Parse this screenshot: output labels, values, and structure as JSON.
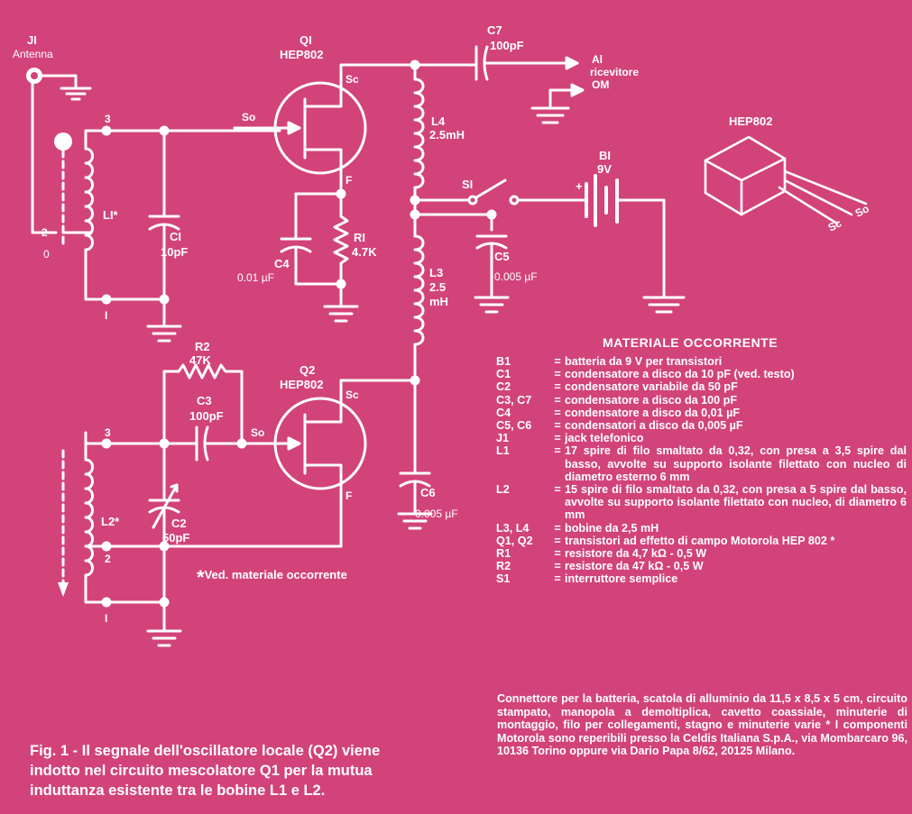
{
  "schematic": {
    "j1": "JI",
    "j1_name": "Antenna",
    "q1": "QI",
    "q1_type": "HEP802",
    "q2": "Q2",
    "q2_type": "HEP802",
    "so": "So",
    "sc": "Sc",
    "f": "F",
    "c7": "C7",
    "c7_val": "100pF",
    "out1": "Al",
    "out2": "ricevitore",
    "out3": "OM",
    "l4": "L4",
    "l4_val": "2.5mH",
    "s1": "SI",
    "b1": "BI",
    "b1_val": "9V",
    "plus": "+",
    "l3": "L3",
    "l3_val1": "2.5",
    "l3_val2": "mH",
    "c5": "C5",
    "c5_val": "0.005 µF",
    "c4": "C4",
    "c4_val": "0.01 µF",
    "r1": "RI",
    "r1_val": "4.7K",
    "c1": "CI",
    "c1_val": "10pF",
    "l1": "LI*",
    "pin3": "3",
    "pin2": "2",
    "pin1": "I",
    "pin0": "0",
    "r2": "R2",
    "r2_val": "47K",
    "c3": "C3",
    "c3_val": "100pF",
    "c2": "C2",
    "c2_val": "50pF",
    "l2": "L2*",
    "c6": "C6",
    "c6_val": "0.005 µF",
    "pkg_label": "HEP802",
    "pkg_so": "So",
    "pkg_sc": "Sc",
    "see_star": "*",
    "see_text": "Ved. materiale occorrente"
  },
  "materials": {
    "title": "MATERIALE OCCORRENTE",
    "items": [
      {
        "ref": "B1",
        "desc": "batteria da 9 V per transistori"
      },
      {
        "ref": "C1",
        "desc": "condensatore a disco da 10 pF (ved. testo)"
      },
      {
        "ref": "C2",
        "desc": "condensatore variabile da 50 pF"
      },
      {
        "ref": "C3, C7",
        "desc": "condensatore a disco da 100 pF"
      },
      {
        "ref": "C4",
        "desc": "condensatore a disco da 0,01 µF"
      },
      {
        "ref": "C5, C6",
        "desc": "condensatori a disco da 0,005 µF"
      },
      {
        "ref": "J1",
        "desc": "jack telefonico"
      },
      {
        "ref": "L1",
        "desc": "17 spire di filo smaltato da 0,32, con presa a 3,5 spire dal basso, avvolte su supporto isolante filettato con nucleo di diametro esterno 6 mm"
      },
      {
        "ref": "L2",
        "desc": "15 spire di filo smaltato da 0,32, con presa a 5 spire dal basso, avvolte su supporto isolante filettato con nucleo, di diametro 6 mm"
      },
      {
        "ref": "L3, L4",
        "desc": "bobine da 2,5 mH"
      },
      {
        "ref": "Q1, Q2",
        "desc": "transistori ad effetto di campo Motorola HEP 802 *"
      },
      {
        "ref": "R1",
        "desc": "resistore da 4,7 kΩ - 0,5 W"
      },
      {
        "ref": "R2",
        "desc": "resistore da 47 kΩ - 0,5 W"
      },
      {
        "ref": "S1",
        "desc": "interruttore semplice"
      }
    ],
    "eq": "=",
    "extra": "Connettore per la batteria, scatola di alluminio da 11,5 x 8,5 x 5 cm, circuito stampato, manopola a demoltiplica, cavetto coassiale, minuterie di montaggio, filo per collegamenti, stagno e minuterie varie * I componenti Motorola sono reperibili presso la Celdis Italiana S.p.A., via Mombarcaro 96, 10136 Torino oppure via Dario Papa 8/62, 20125 Milano."
  },
  "caption": "Fig. 1 - Il segnale dell'oscillatore locale (Q2) viene indotto nel circuito mescolatore Q1 per la mutua induttanza esistente tra le bobine L1 e L2.",
  "colors": {
    "background": "#d2437a",
    "ink": "#ffffff"
  }
}
